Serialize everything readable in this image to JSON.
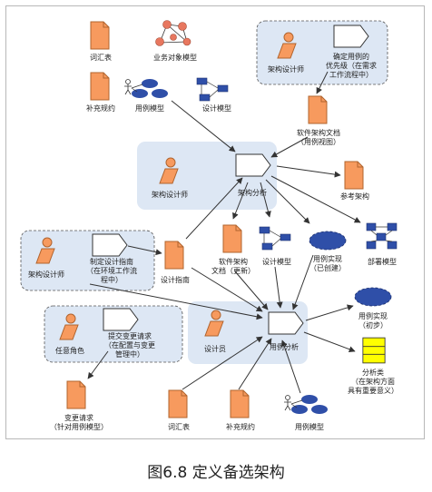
{
  "caption": "图6.8 定义备选架构",
  "labels": {
    "glossary_top": "词汇表",
    "business_object_model": "业务对象模型",
    "supplementary_spec_top": "补充规约",
    "use_case_model_top": "用例模型",
    "design_model_top": "设计模型",
    "architect_top": "架构设计师",
    "prioritize_use_cases_1": "确定用例的",
    "prioritize_use_cases_2": "优先级（在需求",
    "prioritize_use_cases_3": "工作流程中）",
    "sad_view_1": "软件架构文档",
    "sad_view_2": "（用例视图）",
    "architect_center": "架构设计师",
    "architectural_analysis": "架构分析",
    "reference_architecture": "参考架构",
    "architect_left": "架构设计师",
    "design_guidelines_activity_1": "制定设计指南",
    "design_guidelines_activity_2": "（在环境工作流",
    "design_guidelines_activity_3": "程中）",
    "design_guidelines": "设计指南",
    "sad_updated_1": "软件架构",
    "sad_updated_2": "文档（更新）",
    "design_model_mid": "设计模型",
    "use_case_realization_created_1": "用例实现",
    "use_case_realization_created_2": "（已创建）",
    "deployment_model": "部署模型",
    "any_role": "任意角色",
    "submit_change_request_1": "提交变更请求",
    "submit_change_request_2": "（在配置与变更",
    "submit_change_request_3": "管理中）",
    "designer": "设计员",
    "use_case_analysis": "用例分析",
    "use_case_realization_initial_1": "用例实现",
    "use_case_realization_initial_2": "（初步）",
    "analysis_class_1": "分析类",
    "analysis_class_2": "（在架构方面",
    "analysis_class_3": "具有重要意义）",
    "change_request_1": "变更请求",
    "change_request_2": "（针对用例模型）",
    "glossary_bottom": "词汇表",
    "supplementary_spec_bottom": "补充规约",
    "use_case_model_bottom": "用例模型"
  },
  "colors": {
    "document_fill": "#f79a5e",
    "document_stroke": "#b0642e",
    "worker_fill": "#f79a5e",
    "panel_fill": "#dde7f4",
    "model_blue": "#2f4fa8",
    "class_yellow": "#ffff00"
  },
  "icons": [
    "document-icon",
    "business-worker-icon",
    "activity-icon",
    "use-case-model-icon",
    "design-model-icon",
    "business-object-model-icon",
    "deployment-model-icon",
    "use-case-realization-icon",
    "analysis-class-icon"
  ]
}
